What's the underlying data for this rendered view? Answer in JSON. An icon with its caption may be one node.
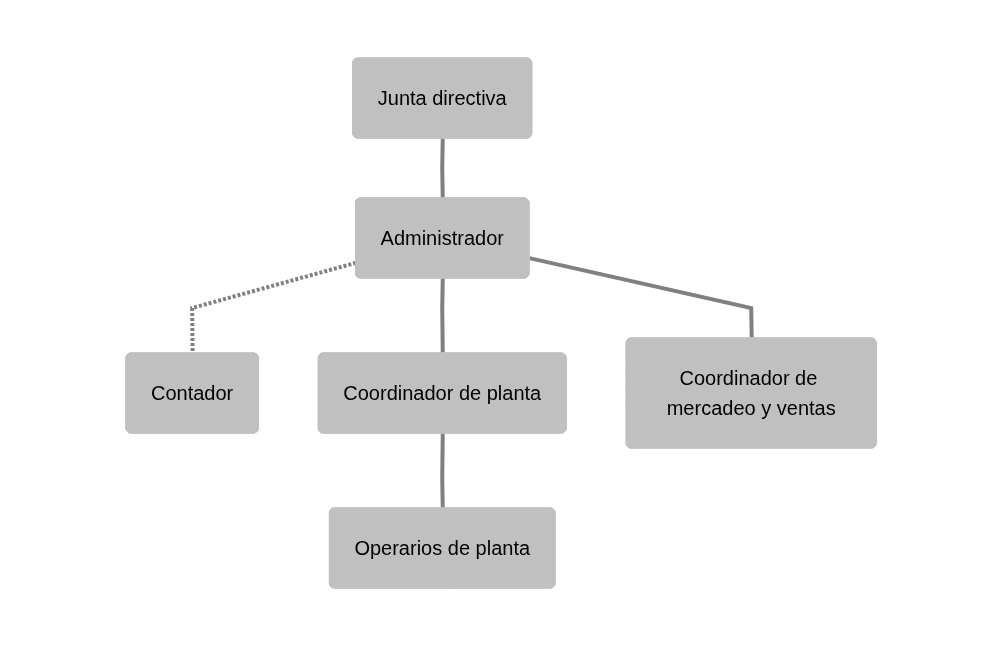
{
  "diagram": {
    "nodes": [
      {
        "text": [
          "Junta directiva"
        ]
      },
      {
        "text": [
          "Administrador"
        ]
      },
      {
        "text": [
          "Contador"
        ]
      },
      {
        "text": [
          "Coordinador de planta"
        ]
      },
      {
        "text": [
          "Coordinador de mercadeo y ventas"
        ]
      },
      {
        "text": [
          "Operarios de planta"
        ]
      }
    ],
    "edges": [
      {
        "from": 0,
        "to": 1,
        "arrow": "none"
      },
      {
        "from": 1,
        "to": 2,
        "arrow": "none",
        "style": "dashed"
      },
      {
        "from": 1,
        "to": 3,
        "arrow": "none"
      },
      {
        "from": 1,
        "to": 4,
        "arrow": "none"
      },
      {
        "from": 3,
        "to": 5,
        "arrow": "none"
      }
    ]
  }
}
